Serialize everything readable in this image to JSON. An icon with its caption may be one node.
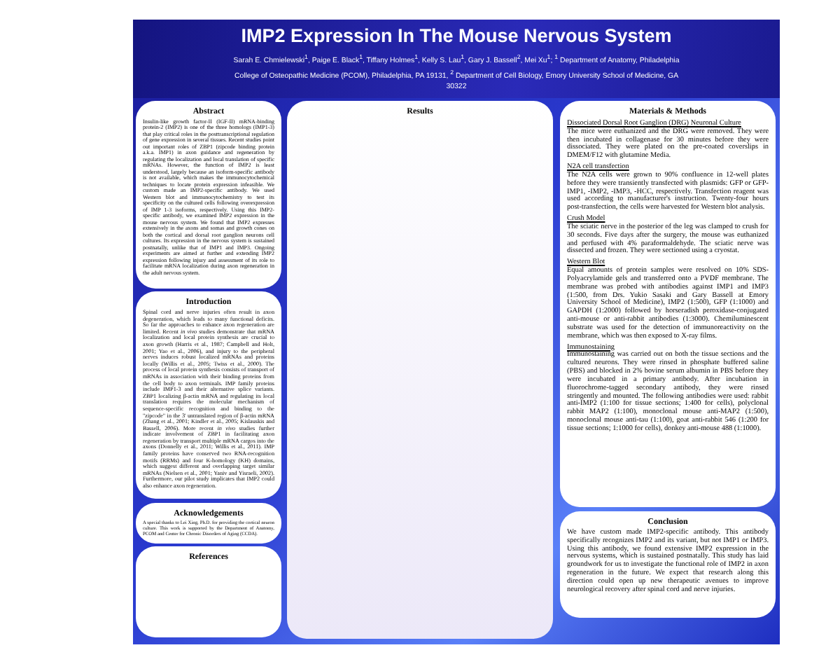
{
  "diagram": {
    "title": "IMP2 Expression In The Mouse Nervous System",
    "nodes": [
      {
        "text": [
          "Abstract",
          "Insulin-like growth factor-II (IGF-II) mRNA-binding protein-2 (IMP2) is one of the three homologs (IMP1-3) that play critical roles in the posttranscriptional regulation of gene expression in several tissues. Recent studies point out important roles of ZBP1 (zipcode binding protein a.k.a. IMP1) in axon guidance and regeneration by regulating the localization and local translation of specific mRNAs. However, the function of IMP2 is least understood, largely because an isoform-specific antibody is not available, which makes the immunocytochemical techniques to locate protein expression infeasible. We custom made an IMP2-specific antibody. We used Western blot and immunocytochemistry to test its specificity on the cultured cells following overexpression of IMP 1-3 isoforms, respectively. Using this IMP2-specific antibody, we examined IMP2 expression in the mouse nervous system. We found that IMP2 expresses extensively in the axons and somas and growth cones on both the cortical and dorsal root ganglion neurons cell cultures. Its expression in the nervous system is sustained postnatally, unlike that of IMP1 and IMP3. Ongoing experiments are aimed at further and extending IMP2 expression following injury and assessment of its role to facilitate mRNA localization during axon regeneration in the adult nervous system."
        ]
      },
      {
        "text": [
          "Introduction",
          "Spinal cord and nerve injuries often result in axon degeneration, which leads to many functional deficits. So far the approaches to enhance axon regeneration are limited. Recent *in vivo* studies demonstrate that mRNA localization and local protein synthesis are crucial to axon growth (Harris et al., 1987; Campbell and Holt, 2001; Yao et al., 2006), and injury to the peripheral nerves induces robust localized mRNAs and proteins locally (Willis et al., 2005; Twiss et al., 2000). The process of local protein synthesis consists of transport of mRNAs in association with their binding proteins from the cell body to axon terminals. IMP family proteins include IMP1-3 and their alternative splice variants. ZBP1 localizing β-actin mRNA and regulating its local translation requires the molecular mechanism of sequence-specific recognition and binding to the \"zipcode\" in the 3' untranslated region of β-actin mRNA (Zhang et al., 2001; Kindler et al., 2005; Kislauskis and Bassell, 2006). More recent *in vivo* studies further indicate involvement of ZBP1 in facilitating axon regeneration by transport multiple mRNA cargos into the axons (Donnelly et al., 2011; Willis et al., 2011). IMP family proteins have conserved two RNA-recognition motifs (RRMs) and four K-homology (KH) domains, which suggest different and overlapping target similar mRNAs (Nielsen et al., 2001; Yaniv and Yisraeli, 2002). Furthermore, our pilot study implicates that IMP2 could also enhance axon regeneration."
        ]
      },
      {
        "text": [
          "Acknowledgements",
          "A special thanks to Lei Xing, Ph.D. for providing the cortical neuron culture. This work is supported by the Department of Anatomy, PCOM and Center for Chronic Disorders of Aging (CCDA)."
        ]
      },
      {
        "text": [
          "References"
        ]
      },
      {
        "text": [
          "Results"
        ]
      },
      {
        "text": [
          "Materials & Methods",
          "Dissociated Dorsal Root Ganglion (DRG) Neuronal Culture",
          "The mice were euthanized and the DRG were removed. They were then incubated in collagenase for 30 minutes before they were dissociated. They were plated on the pre-coated coverslips in DMEM/F12 with glutamine Media.",
          "N2A cell transfection",
          "The N2A cells were grown to 90% confluence in 12-well plates before they were transiently transfected with plasmids: GFP or GFP-IMP1, -IMP2, -IMP3, -HCC, respectively. Transfection reagent was used according to manufacturer's instruction. Twenty-four hours post-transfection, the cells were harvested for Western blot analysis.",
          "Crush Model",
          "The sciatic nerve in the posterior of the leg was clamped to crush for 30 seconds. Five days after the surgery, the mouse was euthanized and perfused with 4% paraformaldehyde. The sciatic nerve was dissected and frozen. They were sectioned using a cryostat.",
          "Western Blot",
          "Equal amounts of protein samples were resolved on 10% SDS-Polyacrylamide gels and transferred onto a PVDF membrane. The membrane was probed with antibodies against IMP1 and IMP3 (1:500, from Drs. Yukio Sasaki and Gary Bassell at Emory University School of Medicine), IMP2 (1:500), GFP (1:1000) and GAPDH (1:2000) followed by horseradish peroxidase-conjugated anti-mouse or anti-rabbit antibodies (1:3000). Chemiluminescent substrate was used for the detection of immunoreactivity on the membrane, which was then exposed to X-ray films.",
          "Immunostaining",
          "Immunostaining was carried out on both the tissue sections and the cultured neurons. They were rinsed in phosphate buffered saline (PBS) and blocked in 2% bovine serum albumin in PBS before they were incubated in a primary antibody. After incubation in fluorochrome-tagged secondary antibody, they were rinsed stringently and mounted. The following antibodies were used: rabbit anti-IMP2 (1:100 for tissue sections; 1:400 for cells), polyclonal rabbit MAP2 (1:100), monoclonal mouse anti-MAP2 (1:500), monoclonal mouse anti-tau (1:100), goat anti-rabbit 546 (1:200 for tissue sections; 1:1000 for cells), donkey anti-mouse 488 (1:1000)."
        ]
      },
      {
        "text": [
          "Conclusion",
          "We have custom made IMP2-specific antibody. This antibody specifically recognizes IMP2 and its variant, but not IMP1 or IMP3. Using this antibody, we found extensive IMP2 expression in the nervous systems, which is sustained postnatally. This study has laid groundwork for us to investigate the functional role of IMP2 in axon regeneration in the future. We expect that research along this direction could open up new therapeutic avenues to improve neurological recovery after spinal cord and nerve injuries."
        ]
      }
    ],
    "labels": [
      "Sarah E. Chmielewski$^{1}$, Paige E. Black$^{1}$, Tiffany Holmes$^{1}$, Kelly S. Lau$^{1}$, Gary J. Bassell$^{2}$, Mei Xu$^{1}$; $^{1}$ Department of Anatomy, Philadelphia College of Osteopathic Medicine (PCOM), Philadelphia, PA 19131, $^{2}$ Department of Cell Biology, Emory University School of Medicine, GA 30322"
    ]
  }
}
